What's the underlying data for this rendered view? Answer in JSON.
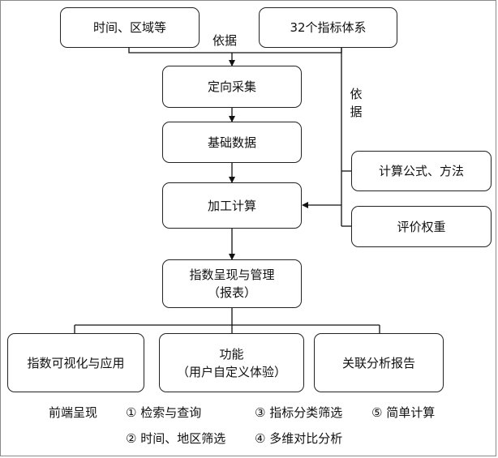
{
  "nodes": {
    "time_region": "时间、区域等",
    "indicators": "32个指标体系",
    "collect": "定向采集",
    "base_data": "基础数据",
    "compute": "加工计算",
    "formula": "计算公式、方法",
    "weight": "评价权重",
    "present_line1": "指数呈现与管理",
    "present_line2": "（报表）",
    "visual_apply": "指数可视化与应用",
    "function_line1": "功能",
    "function_line2": "（用户自定义体验）",
    "report": "关联分析报告"
  },
  "labels": {
    "basis_top": "依据",
    "basis_side_1": "依",
    "basis_side_2": "据"
  },
  "frontend": {
    "title": "前端呈现",
    "items": [
      "① 检索与查询",
      "② 时间、地区筛选",
      "③ 指标分类筛选",
      "④ 多维对比分析",
      "⑤ 简单计算"
    ]
  }
}
